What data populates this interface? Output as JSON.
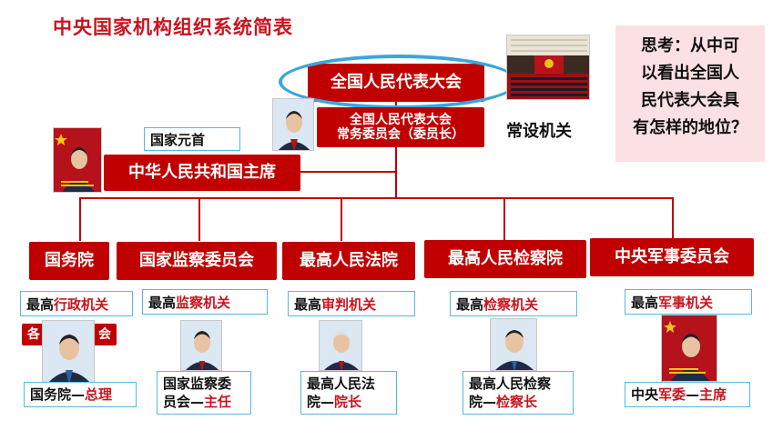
{
  "title": "中央国家机构组织系统简表",
  "think_box": {
    "lines": [
      "思考：从中可",
      "以看出全国人",
      "民代表大会具",
      "有怎样的地位？"
    ]
  },
  "npc": {
    "label": "全国人民代表大会"
  },
  "npc_standing": {
    "line1": "全国人民代表大会",
    "line2": "常务委员会（委员长）"
  },
  "permanent_label": "常设机关",
  "head_of_state_label": "国家元首",
  "president": {
    "label": "中华人民共和国主席"
  },
  "organs": [
    {
      "label": "国务院",
      "role_prefix": "最高",
      "role_highlight": "行政机关"
    },
    {
      "label": "国家监察委员会",
      "role_prefix": "最高",
      "role_highlight": "监察机关"
    },
    {
      "label": "最高人民法院",
      "role_prefix": "最高",
      "role_highlight": "审判机关"
    },
    {
      "label": "最高人民检察院",
      "role_prefix": "最高",
      "role_highlight": "检察机关"
    },
    {
      "label": "中央军事委员会",
      "role_prefix": "最高",
      "role_highlight": "军事机关"
    }
  ],
  "ministries_partial": {
    "left": "各",
    "right": "会"
  },
  "leaders": [
    {
      "prefix": "国务院—",
      "highlight": "总理"
    },
    {
      "prefix": "国家监察委",
      "prefix2": "员会—",
      "highlight": "主任"
    },
    {
      "prefix": "最高人民法",
      "prefix2": "院—",
      "highlight": "院长"
    },
    {
      "prefix": "最高人民检察",
      "prefix2": "院—",
      "highlight": "检察长"
    },
    {
      "prefix": "中央",
      "highlight": "军委",
      "suffix": "—",
      "highlight2": "主席"
    }
  ],
  "colors": {
    "red": "#c00000",
    "title_red": "#c8141e",
    "blue": "#3aa6dd",
    "think_bg": "#fbe1e3"
  }
}
